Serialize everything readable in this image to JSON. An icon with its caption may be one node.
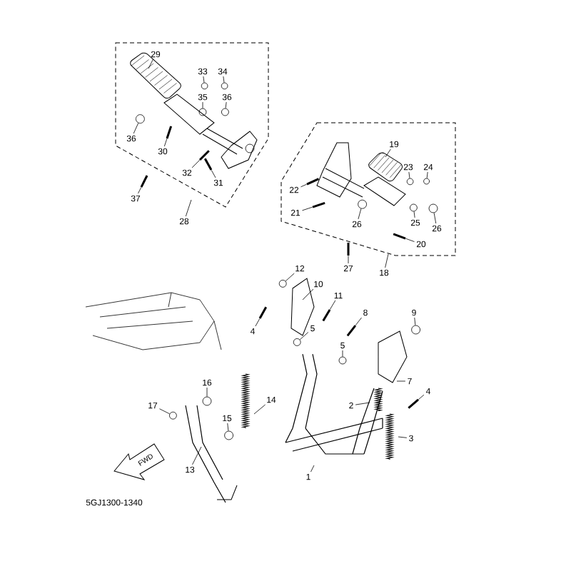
{
  "diagram": {
    "nodes": [
      {
        "text": [
          "29"
        ]
      },
      {
        "text": [
          "33"
        ]
      },
      {
        "text": [
          "34"
        ]
      },
      {
        "text": [
          "35"
        ]
      },
      {
        "text": [
          "36"
        ]
      },
      {
        "text": [
          "36"
        ]
      },
      {
        "text": [
          "30"
        ]
      },
      {
        "text": [
          "32"
        ]
      },
      {
        "text": [
          "31"
        ]
      },
      {
        "text": [
          "37"
        ]
      },
      {
        "text": [
          "28"
        ]
      },
      {
        "text": [
          "19"
        ]
      },
      {
        "text": [
          "23"
        ]
      },
      {
        "text": [
          "24"
        ]
      },
      {
        "text": [
          "22"
        ]
      },
      {
        "text": [
          "21"
        ]
      },
      {
        "text": [
          "26"
        ]
      },
      {
        "text": [
          "25"
        ]
      },
      {
        "text": [
          "26"
        ]
      },
      {
        "text": [
          "20"
        ]
      },
      {
        "text": [
          "27"
        ]
      },
      {
        "text": [
          "18"
        ]
      },
      {
        "text": [
          "12"
        ]
      },
      {
        "text": [
          "10"
        ]
      },
      {
        "text": [
          "11"
        ]
      },
      {
        "text": [
          "4"
        ]
      },
      {
        "text": [
          "5"
        ]
      },
      {
        "text": [
          "8"
        ]
      },
      {
        "text": [
          "9"
        ]
      },
      {
        "text": [
          "5"
        ]
      },
      {
        "text": [
          "7"
        ]
      },
      {
        "text": [
          "4"
        ]
      },
      {
        "text": [
          "2"
        ]
      },
      {
        "text": [
          "3"
        ]
      },
      {
        "text": [
          "16"
        ]
      },
      {
        "text": [
          "17"
        ]
      },
      {
        "text": [
          "15"
        ]
      },
      {
        "text": [
          "14"
        ]
      },
      {
        "text": [
          "13"
        ]
      },
      {
        "text": [
          "1"
        ]
      },
      {
        "text": [],
        "shape": "circle"
      },
      {
        "text": [],
        "shape": "circle"
      },
      {
        "text": [],
        "shape": "circle"
      },
      {
        "text": [],
        "shape": "circle"
      },
      {
        "text": [],
        "shape": "circle"
      },
      {
        "text": [],
        "shape": "bar"
      },
      {
        "text": [],
        "shape": "bar"
      },
      {
        "text": [],
        "shape": "bar"
      },
      {
        "text": [],
        "shape": "circle"
      },
      {
        "text": [],
        "shape": "circle"
      },
      {
        "text": [],
        "shape": "bar"
      },
      {
        "text": [],
        "shape": "bar"
      },
      {
        "text": [],
        "shape": "bar"
      },
      {
        "text": [],
        "shape": "circle"
      },
      {
        "text": [],
        "shape": "circle"
      },
      {
        "text": [],
        "shape": "circle"
      },
      {
        "text": [],
        "shape": "bar"
      },
      {
        "text": [],
        "shape": "bar"
      },
      {
        "text": [],
        "shape": "circle"
      },
      {
        "text": [],
        "shape": "bar"
      },
      {
        "text": [],
        "shape": "bar"
      },
      {
        "text": [],
        "shape": "bar"
      },
      {
        "text": [],
        "shape": "circle"
      },
      {
        "text": [],
        "shape": "circle"
      },
      {
        "text": [],
        "shape": "circle"
      },
      {
        "text": [],
        "shape": "circle"
      },
      {
        "text": [],
        "shape": "bar"
      },
      {
        "text": [],
        "shape": "circle"
      },
      {
        "text": [],
        "shape": "circle"
      }
    ],
    "edges": [
      {
        "from": 0,
        "to": null,
        "arrow": "none"
      },
      {
        "from": 1,
        "to": 40,
        "arrow": "none"
      },
      {
        "from": 2,
        "to": 41,
        "arrow": "none"
      },
      {
        "from": 3,
        "to": 42,
        "arrow": "none"
      },
      {
        "from": 4,
        "to": 43,
        "arrow": "none"
      },
      {
        "from": 5,
        "to": 44,
        "arrow": "none"
      },
      {
        "from": 6,
        "to": 45,
        "arrow": "none"
      },
      {
        "from": 7,
        "to": 46,
        "arrow": "none"
      },
      {
        "from": 8,
        "to": 47,
        "arrow": "none"
      },
      {
        "from": 9,
        "to": 51,
        "arrow": "none"
      },
      {
        "from": 10,
        "to": null,
        "arrow": "none"
      },
      {
        "from": 11,
        "to": null,
        "arrow": "none"
      },
      {
        "from": 12,
        "to": 48,
        "arrow": "none"
      },
      {
        "from": 13,
        "to": 49,
        "arrow": "none"
      },
      {
        "from": 14,
        "to": 50,
        "arrow": "none"
      },
      {
        "from": 15,
        "to": 52,
        "arrow": "none"
      },
      {
        "from": 16,
        "to": 53,
        "arrow": "none"
      },
      {
        "from": 17,
        "to": 54,
        "arrow": "none"
      },
      {
        "from": 18,
        "to": 55,
        "arrow": "none"
      },
      {
        "from": 19,
        "to": 56,
        "arrow": "none"
      },
      {
        "from": 20,
        "to": 57,
        "arrow": "none"
      },
      {
        "from": 21,
        "to": null,
        "arrow": "none"
      },
      {
        "from": 22,
        "to": 58,
        "arrow": "none"
      },
      {
        "from": 23,
        "to": null,
        "arrow": "none"
      },
      {
        "from": 24,
        "to": 59,
        "arrow": "none"
      },
      {
        "from": 25,
        "to": 60,
        "arrow": "none"
      },
      {
        "from": 26,
        "to": 63,
        "arrow": "none"
      },
      {
        "from": 27,
        "to": 61,
        "arrow": "none"
      },
      {
        "from": 28,
        "to": 62,
        "arrow": "none"
      },
      {
        "from": 29,
        "to": 64,
        "arrow": "none"
      },
      {
        "from": 30,
        "to": null,
        "arrow": "none"
      },
      {
        "from": 31,
        "to": 66,
        "arrow": "none"
      },
      {
        "from": 32,
        "to": null,
        "arrow": "none"
      },
      {
        "from": 33,
        "to": null,
        "arrow": "none"
      },
      {
        "from": 34,
        "to": 65,
        "arrow": "none"
      },
      {
        "from": 35,
        "to": 67,
        "arrow": "none"
      },
      {
        "from": 36,
        "to": 68,
        "arrow": "none"
      },
      {
        "from": 37,
        "to": null,
        "arrow": "none"
      },
      {
        "from": 38,
        "to": null,
        "arrow": "none"
      },
      {
        "from": 39,
        "to": null,
        "arrow": "none"
      }
    ],
    "labels": [
      "FWD",
      "5GJ1300-1340"
    ]
  }
}
